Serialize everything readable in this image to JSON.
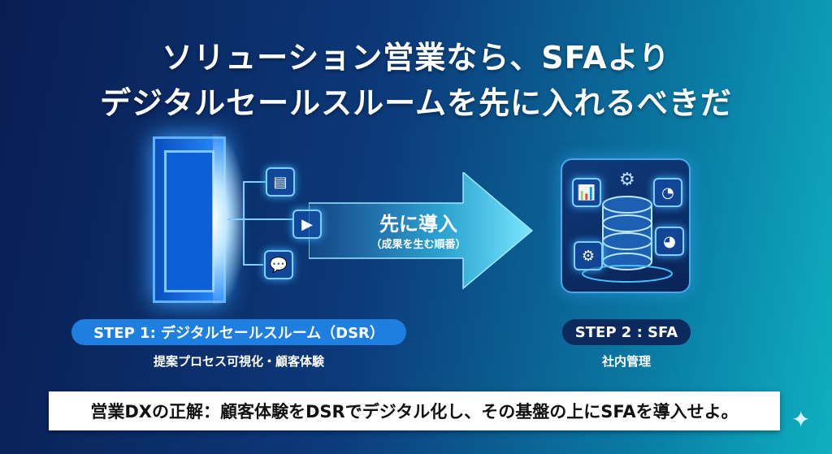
{
  "title": {
    "line1": "ソリューション営業なら、SFAより",
    "line2": "デジタルセールスルームを先に入れるべきだ"
  },
  "arrow": {
    "label": "先に導入",
    "sublabel": "（成果を生む順番）"
  },
  "step1": {
    "label": "STEP 1: デジタルセールスルーム（DSR）",
    "sub": "提案プロセス可視化・顧客体験",
    "color": "#1e7fe0"
  },
  "step2": {
    "label": "STEP 2 : SFA",
    "sub": "社内管理",
    "color": "#0d2a5e"
  },
  "conclusion": "営業DXの正解：顧客体験をDSRでデジタル化し、その基盤の上にSFAを導入せよ。",
  "icons": [
    "door-icon",
    "document-icon",
    "video-camera-icon",
    "chat-user-icon",
    "database-icon",
    "bar-chart-icon",
    "gear-icon",
    "pie-chart-icon",
    "sparkle-icon"
  ]
}
